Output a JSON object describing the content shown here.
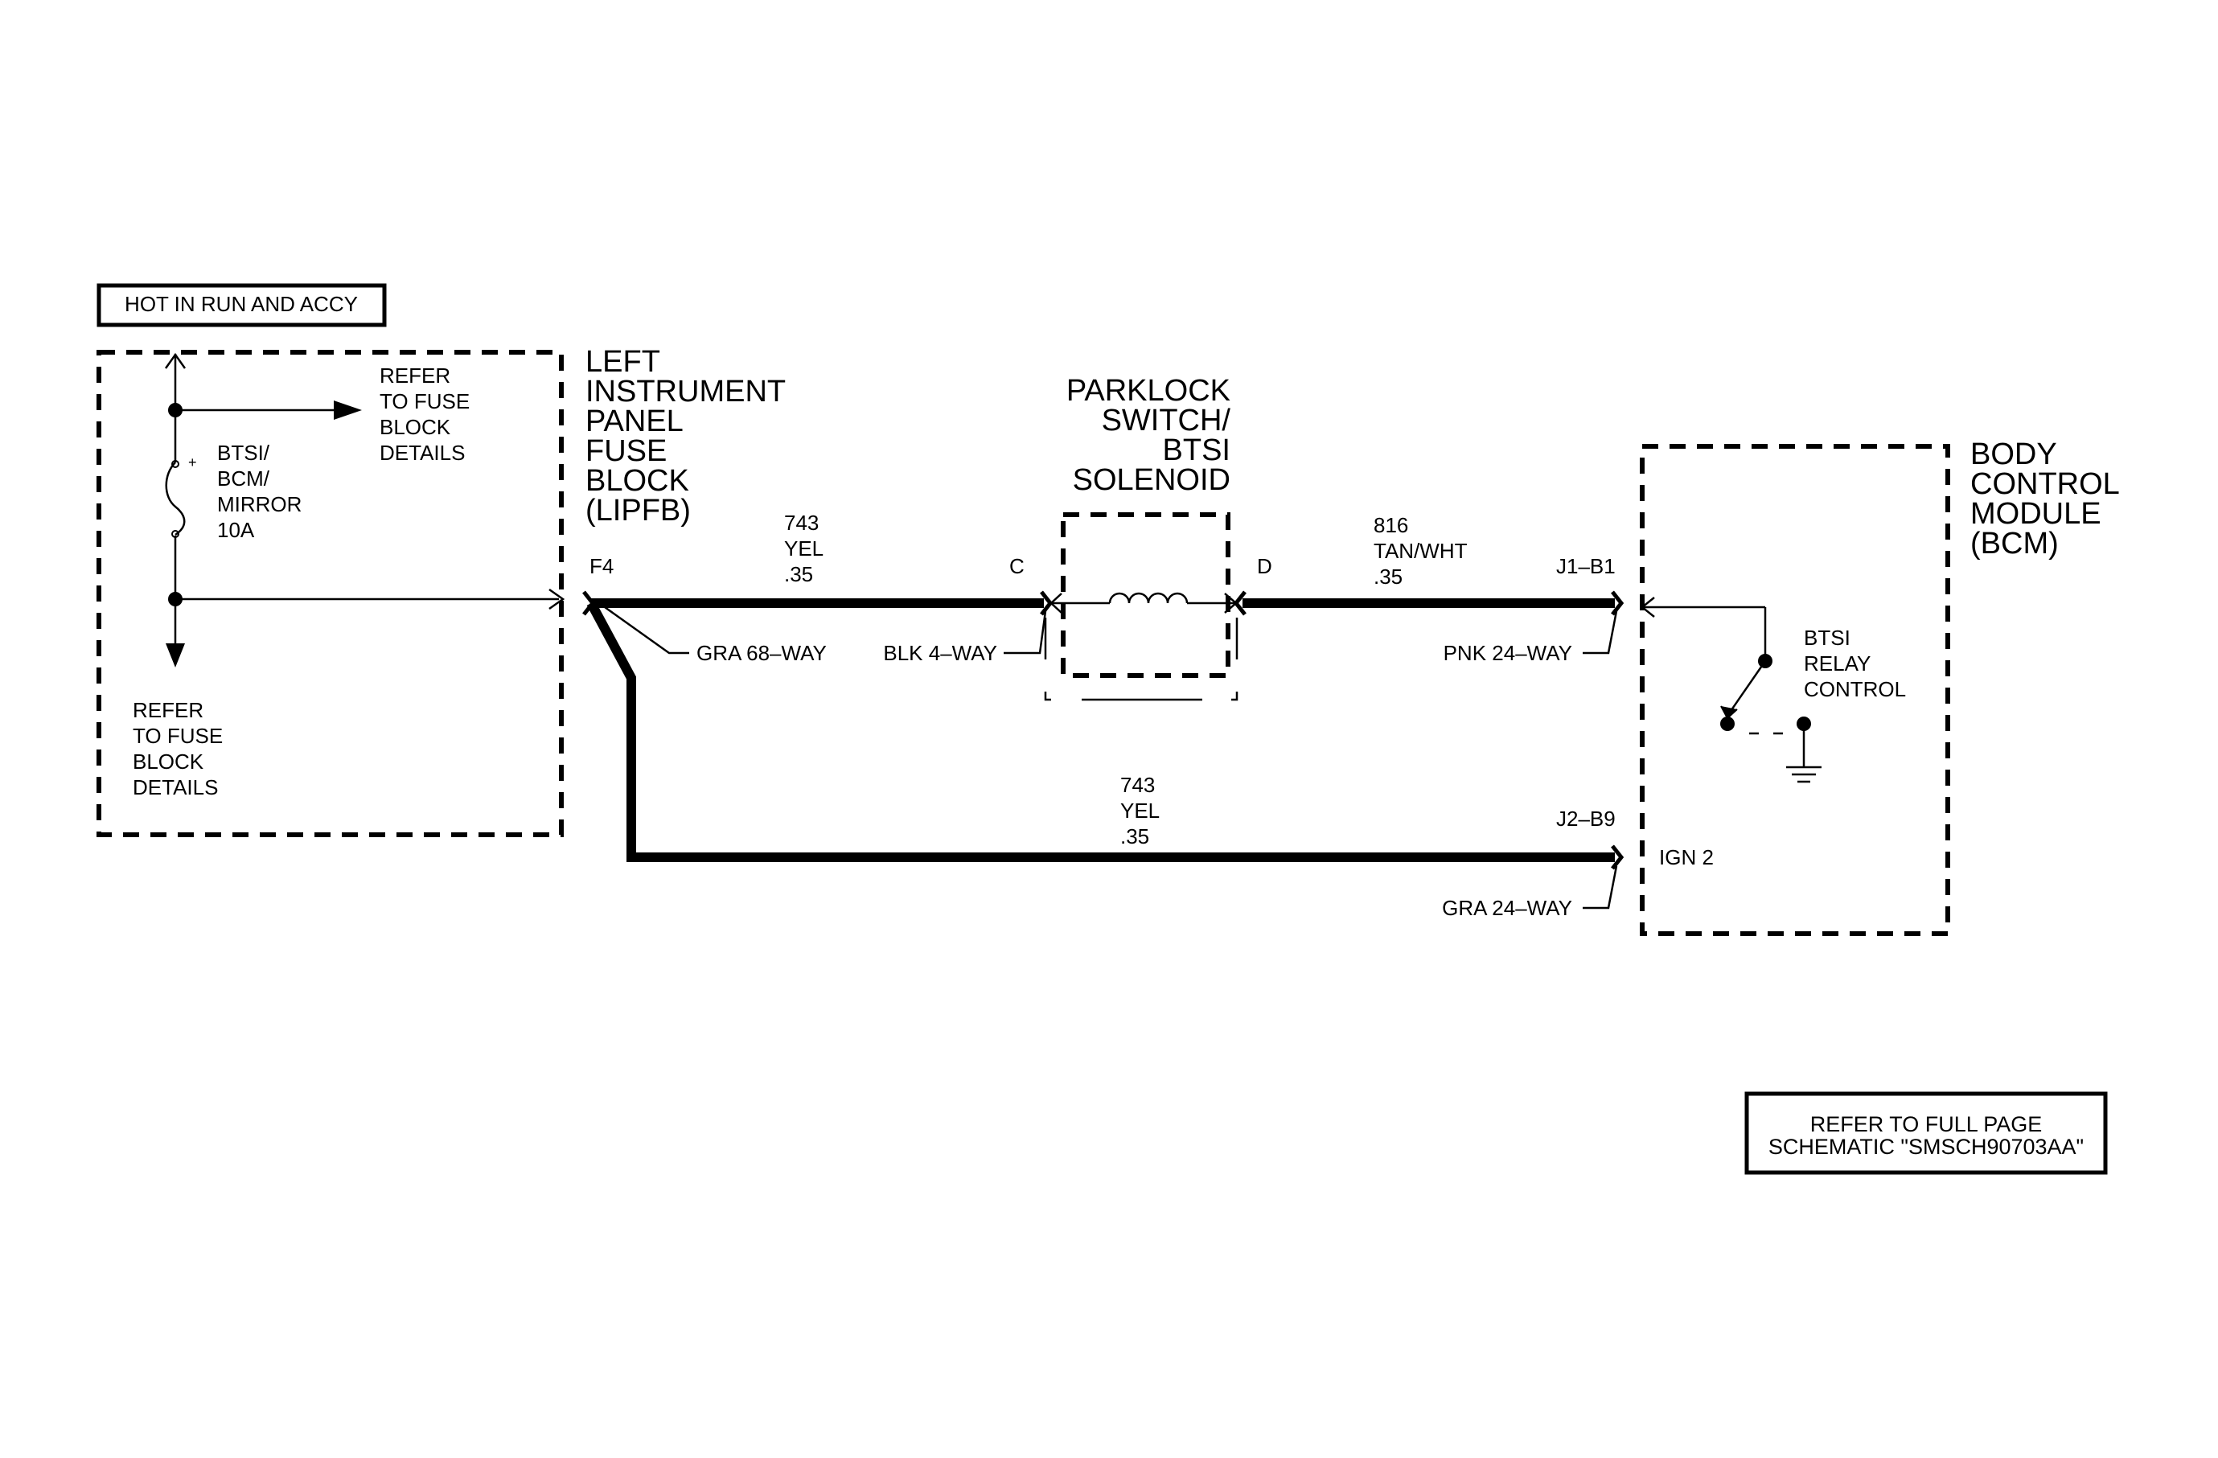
{
  "labels": {
    "hot_in_run": "HOT IN RUN AND ACCY",
    "refer_fuse_top": [
      "REFER",
      "TO FUSE",
      "BLOCK",
      "DETAILS"
    ],
    "refer_fuse_bottom": [
      "REFER",
      "TO FUSE",
      "BLOCK",
      "DETAILS"
    ],
    "fuse_name": [
      "BTSI/",
      "BCM/",
      "MIRROR",
      "10A"
    ],
    "fuse_plus": "+",
    "lipfb_title": [
      "LEFT",
      "INSTRUMENT",
      "PANEL",
      "FUSE",
      "BLOCK",
      "(LIPFB)"
    ],
    "parklock_title": [
      "PARKLOCK",
      "SWITCH/",
      "BTSI",
      "SOLENOID"
    ],
    "bcm_title": [
      "BODY",
      "CONTROL",
      "MODULE",
      "(BCM)"
    ],
    "terminal_f4": "F4",
    "terminal_c": "C",
    "terminal_d": "D",
    "terminal_j1b1": "J1–B1",
    "terminal_j2b9": "J2–B9",
    "wire1": [
      "743",
      "YEL",
      ".35"
    ],
    "wire2": [
      "816",
      "TAN/WHT",
      ".35"
    ],
    "wire3": [
      "743",
      "YEL",
      ".35"
    ],
    "conn_gra68": "GRA 68–WAY",
    "conn_blk4": "BLK 4–WAY",
    "conn_pnk24": "PNK 24–WAY",
    "conn_gra24": "GRA 24–WAY",
    "relay": [
      "BTSI",
      "RELAY",
      "CONTROL"
    ],
    "ign2": "IGN 2",
    "refer_full": [
      "REFER TO FULL PAGE",
      "SCHEMATIC \"SMSCH90703AA\""
    ]
  }
}
